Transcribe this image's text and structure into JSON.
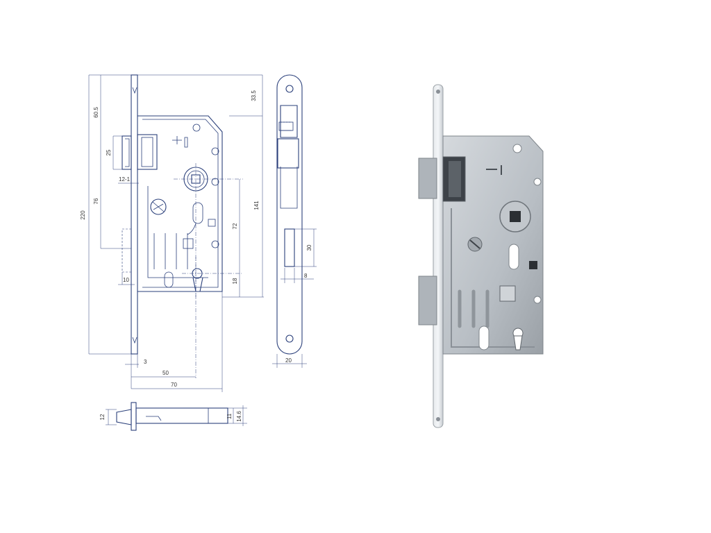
{
  "colors": {
    "line": "#2a3f7a",
    "metal_light": "#d9dde2",
    "metal_dark": "#8a9097",
    "background": "#ffffff"
  },
  "dimensions": {
    "height_220": "220",
    "top_60_5": "60.5",
    "top_33_5": "33.5",
    "latch_25": "25",
    "bolt_12_1": "12-1",
    "upper_76": "76",
    "center_141": "141",
    "key_72": "72",
    "lower_18": "18",
    "left_10": "10",
    "slot_30": "30",
    "slot_8": "8",
    "face_20": "20",
    "offset_3": "3",
    "backset_50": "50",
    "case_70": "70",
    "top_12": "12",
    "top_11": "11",
    "top_14_6": "14.6"
  }
}
